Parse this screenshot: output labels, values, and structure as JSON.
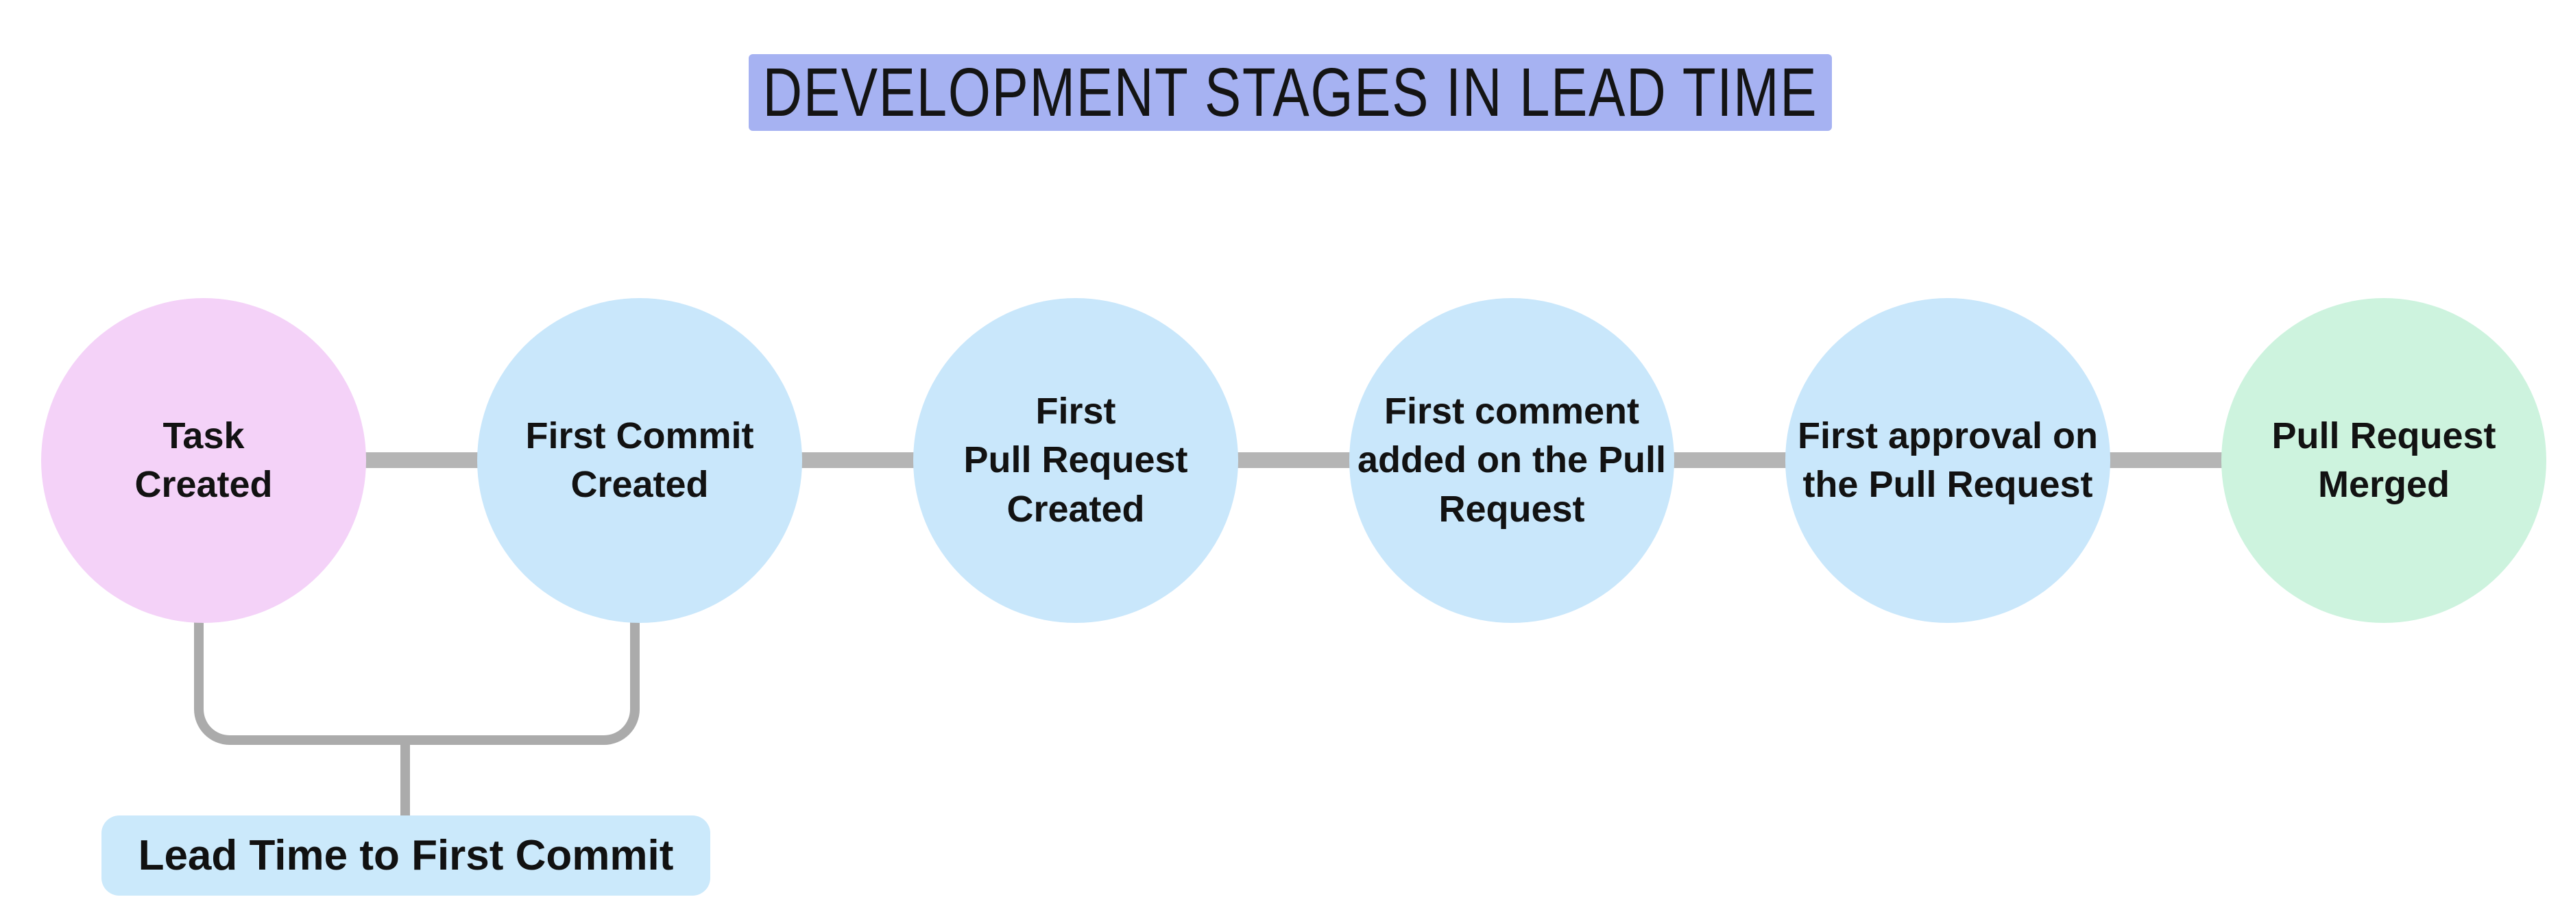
{
  "title": {
    "text": "DEVELOPMENT STAGES IN LEAD TIME",
    "bg_color": "#a6b2f2",
    "text_color": "#141414"
  },
  "stages": [
    {
      "label": "Task\nCreated",
      "color": "#f4d2f8",
      "role": "start"
    },
    {
      "label": "First Commit\nCreated",
      "color": "#c9e7fb",
      "role": "middle"
    },
    {
      "label": "First\nPull Request\nCreated",
      "color": "#c9e7fb",
      "role": "middle"
    },
    {
      "label": "First comment\nadded on the Pull\nRequest",
      "color": "#c9e7fb",
      "role": "middle"
    },
    {
      "label": "First approval on\nthe Pull Request",
      "color": "#c9e7fb",
      "role": "middle"
    },
    {
      "label": "Pull Request\nMerged",
      "color": "#cdf3de",
      "role": "end"
    }
  ],
  "annotation": {
    "label": "Lead Time to First Commit",
    "bg_color": "#cbe9fb"
  },
  "connector_color": "#b5b5b5",
  "bracket_color": "#ababab"
}
